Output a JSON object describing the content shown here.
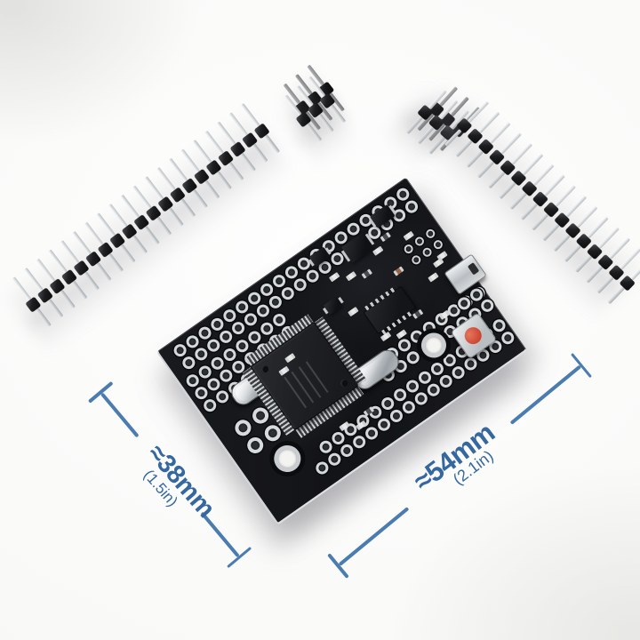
{
  "annotations": {
    "height_dimension": {
      "label": "≈38mm",
      "sub_label": "(1.5in)"
    },
    "width_dimension": {
      "label": "≈54mm",
      "sub_label": "(2.1in)"
    }
  },
  "colors": {
    "dimension_text_blue": "#34689f",
    "dimension_line_blue": "#4a7cb0",
    "pcb_black": "#17181b",
    "pin_silver": "#d9dcde",
    "reset_button_red": "#cf4a34"
  },
  "components": {
    "left_header_pin_count": 20,
    "right_header_pin_count": 16,
    "small_header_columns": 3,
    "small_header_rows": 2
  }
}
